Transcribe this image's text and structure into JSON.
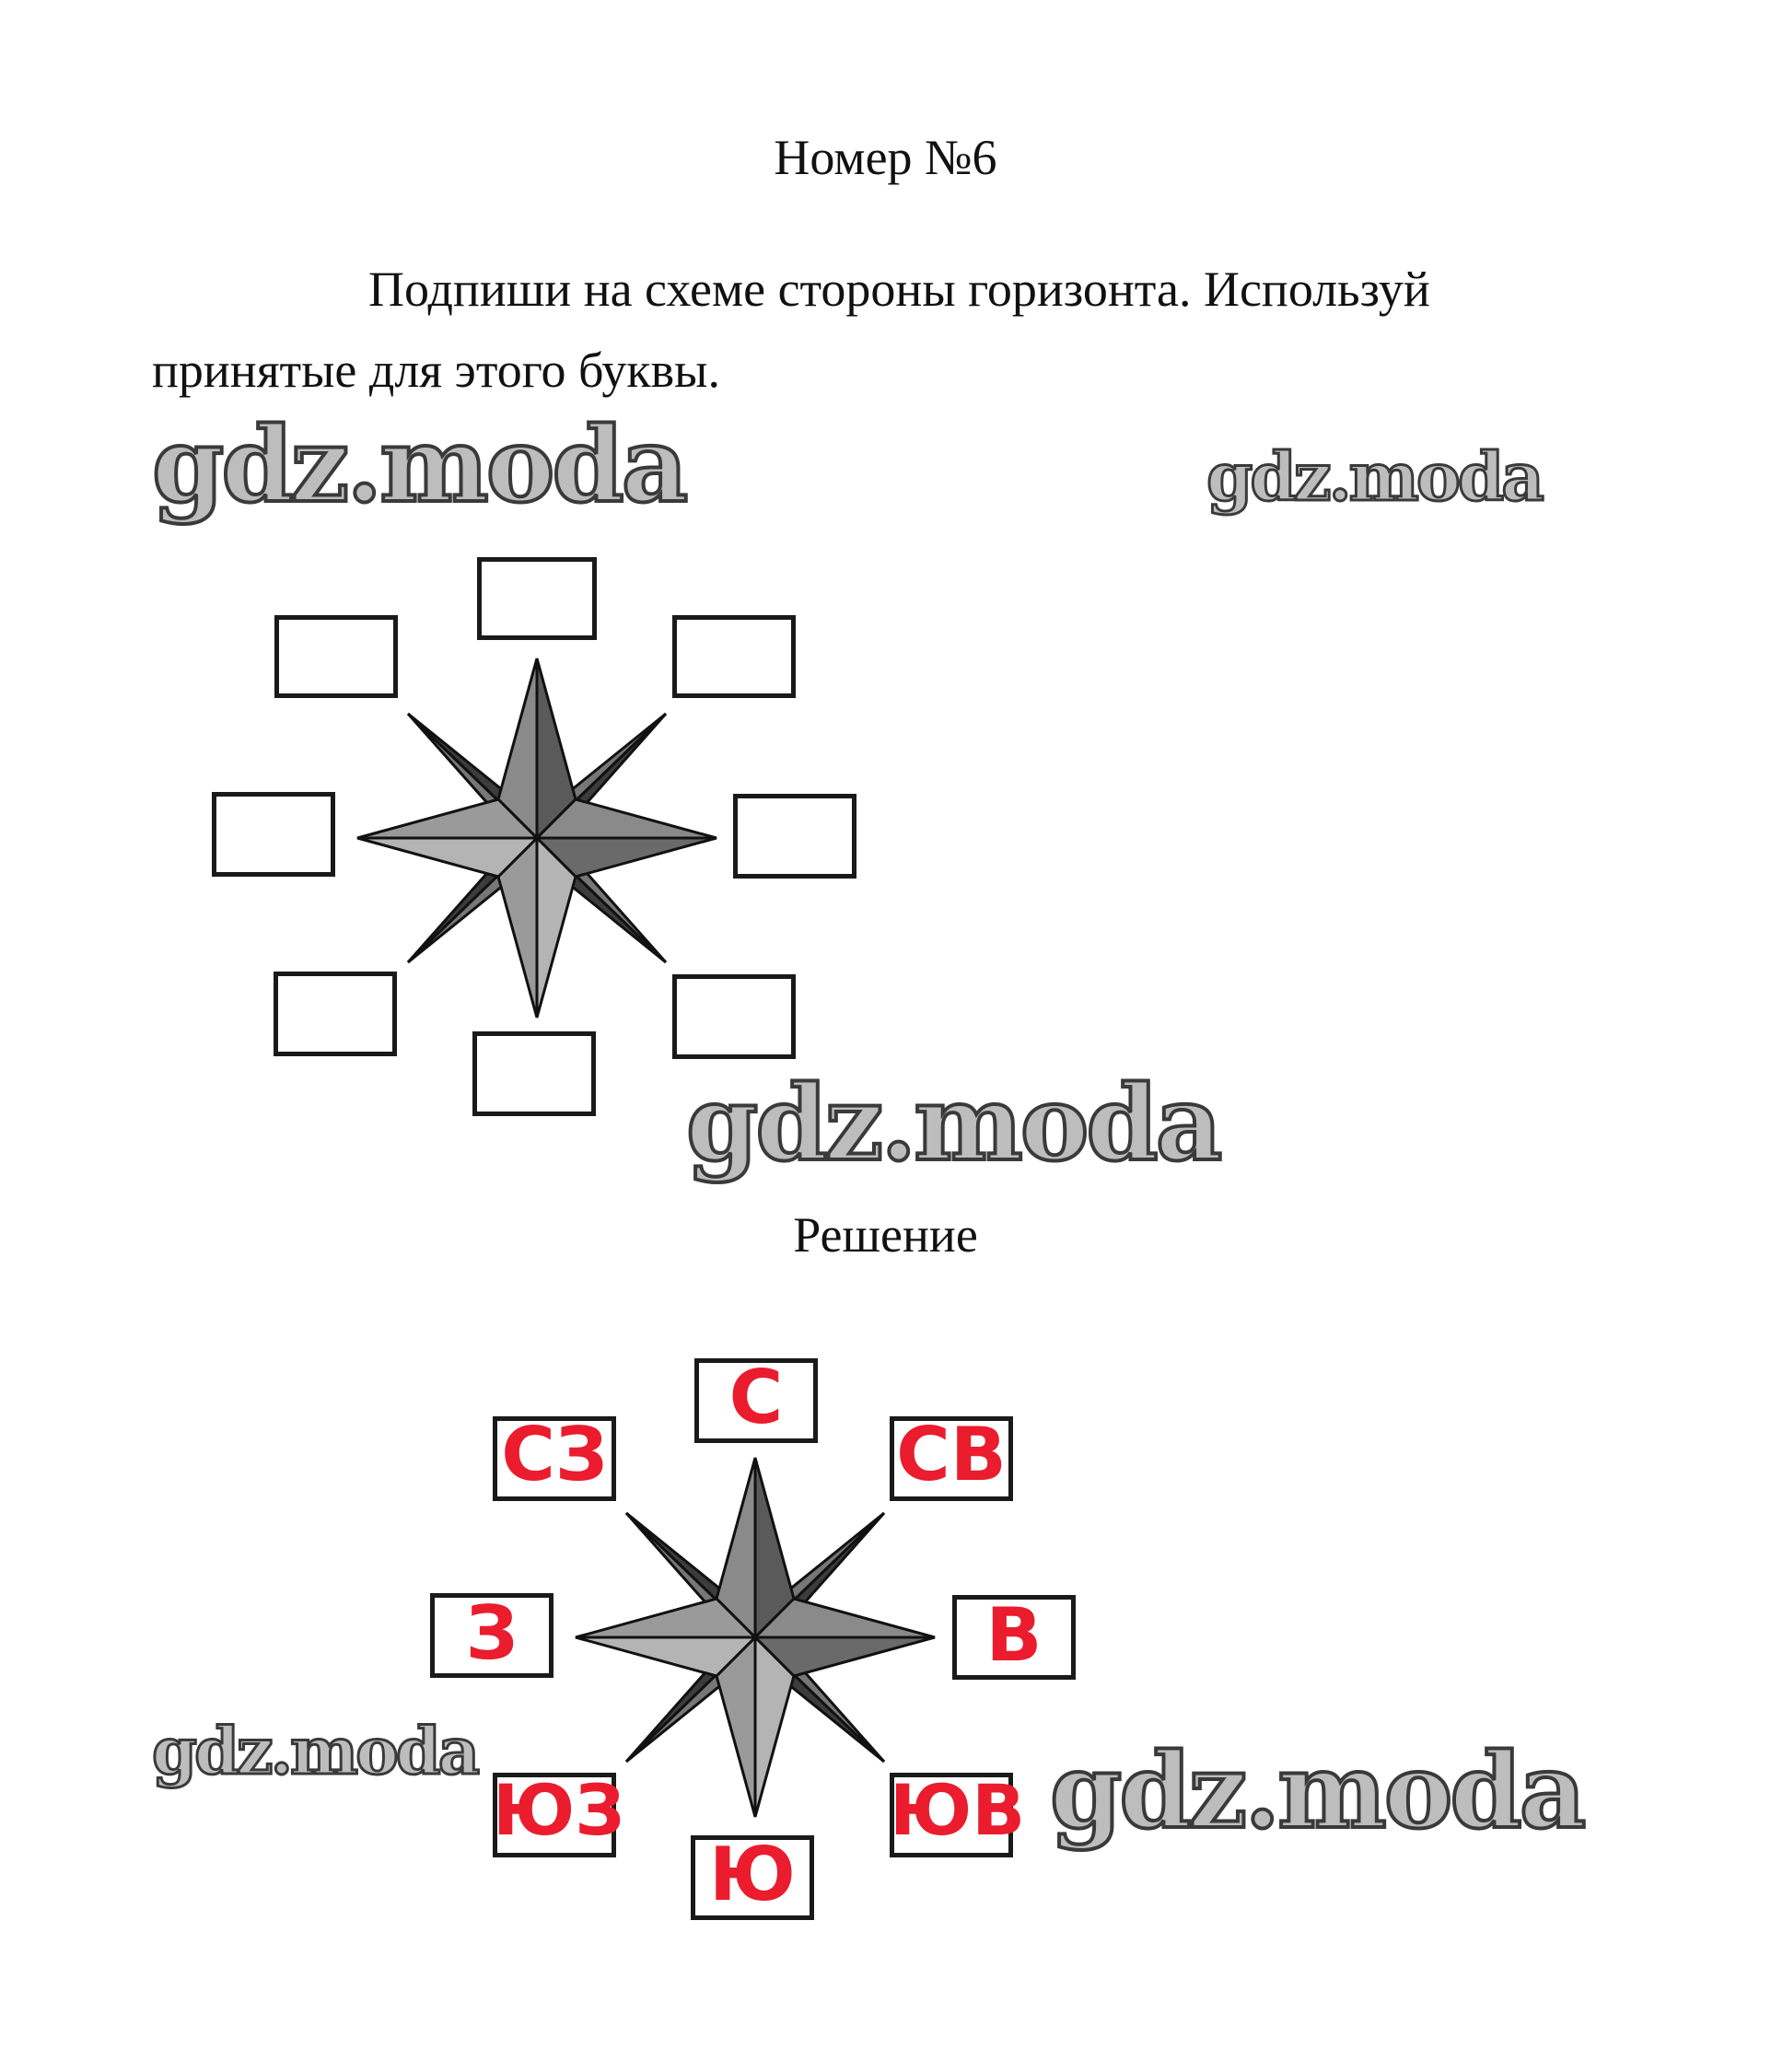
{
  "title": "Номер №6",
  "task": {
    "line1": "Подпиши на схеме стороны горизонта. Используй",
    "line2": "принятые для этого буквы."
  },
  "solution_label": "Решение",
  "watermark": "gdz.moda",
  "answers": {
    "n": "С",
    "ne": "СВ",
    "e": "В",
    "se": "ЮВ",
    "s": "Ю",
    "sw": "ЮЗ",
    "w": "З",
    "nw": "СЗ"
  },
  "colors": {
    "answer_text": "#ea1c2d",
    "star_dark": "#3c3c3c",
    "star_mid": "#6f6f6f",
    "star_light": "#b4b4b4"
  }
}
